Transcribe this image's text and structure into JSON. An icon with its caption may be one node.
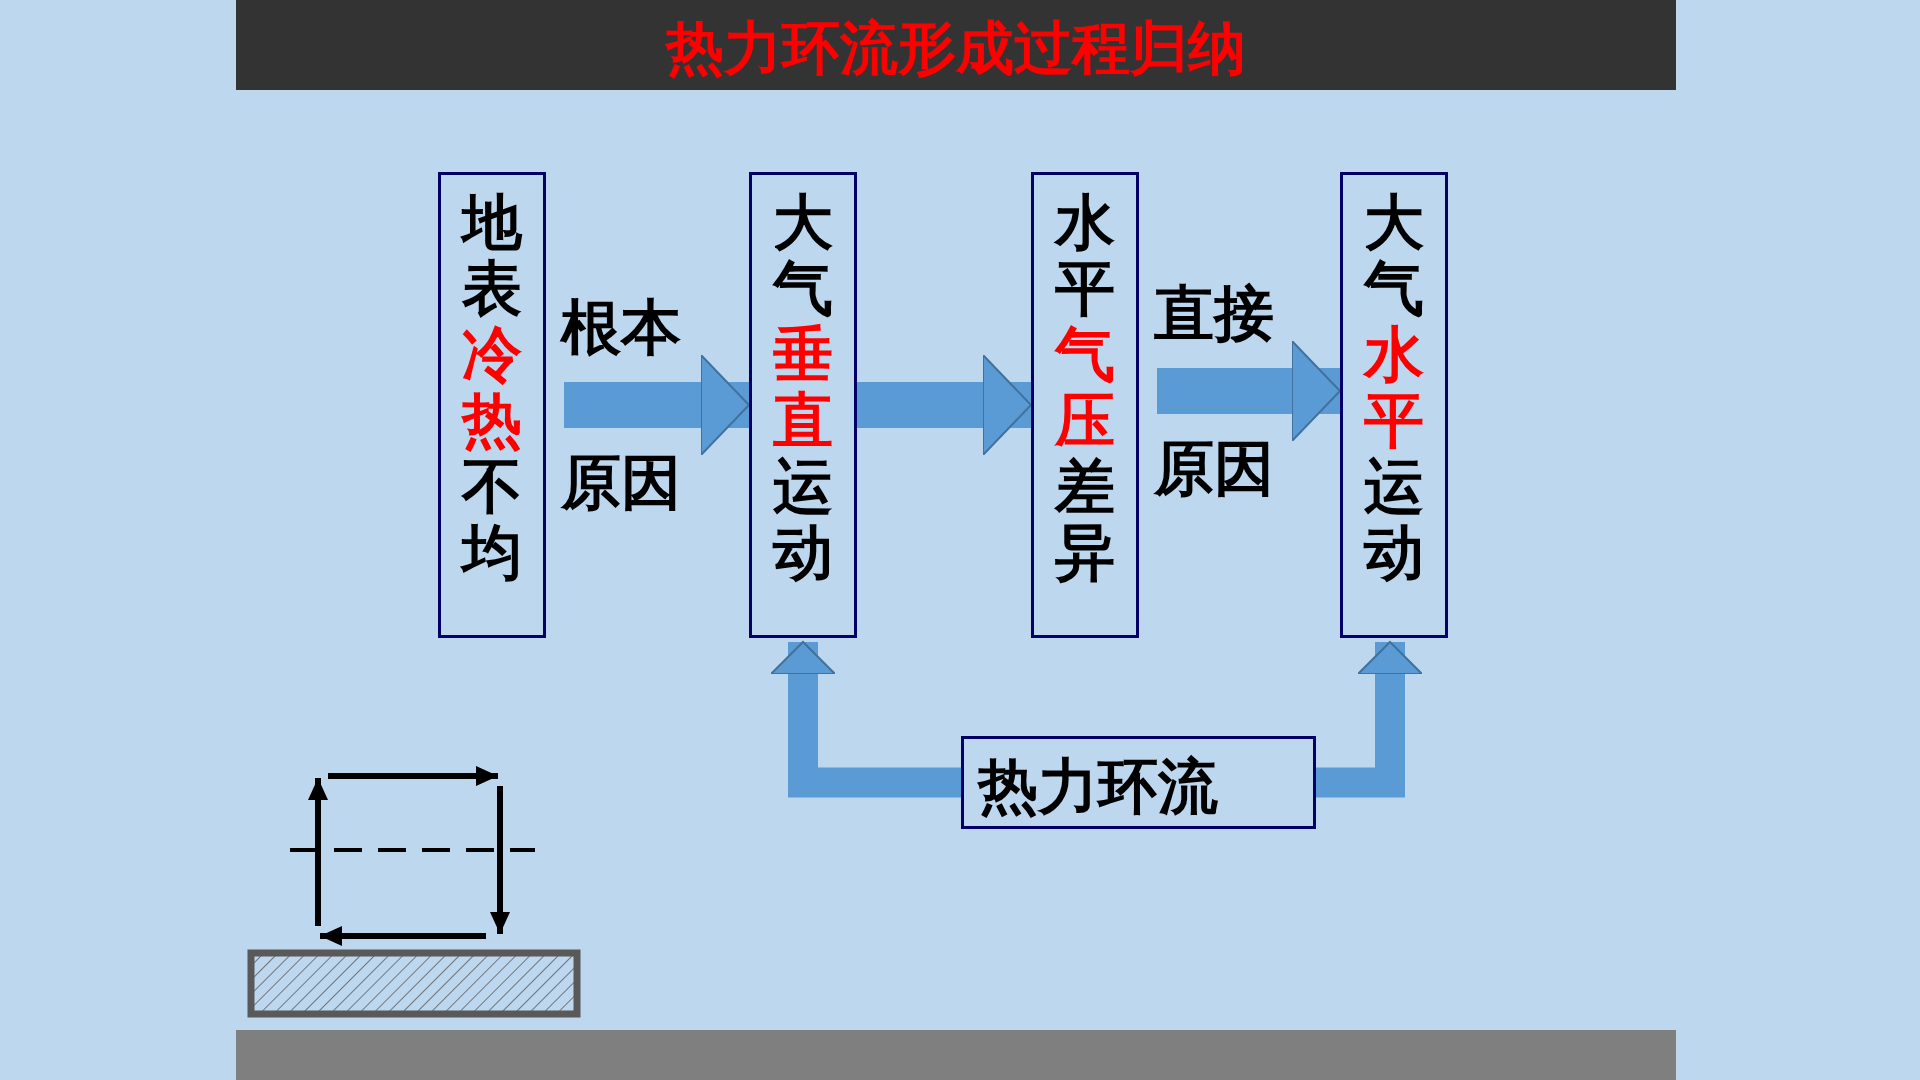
{
  "diagram": {
    "title": "热力环流形成过程归纳",
    "nodes": [
      {
        "text": [
          "地表冷热不均"
        ]
      },
      {
        "text": [
          "大气垂直运动"
        ]
      },
      {
        "text": [
          "水平气压差异"
        ]
      },
      {
        "text": [
          "大气水平运动"
        ]
      },
      {
        "text": [
          "热力环流"
        ]
      }
    ],
    "edges": [
      {
        "from": 0,
        "to": 1,
        "arrow": "to",
        "label": "根本原因"
      },
      {
        "from": 1,
        "to": 2,
        "arrow": "to"
      },
      {
        "from": 2,
        "to": 3,
        "arrow": "to",
        "label": "直接原因"
      },
      {
        "from": 4,
        "to": 1,
        "arrow": "to"
      },
      {
        "from": 4,
        "to": 3,
        "arrow": "to"
      }
    ]
  }
}
